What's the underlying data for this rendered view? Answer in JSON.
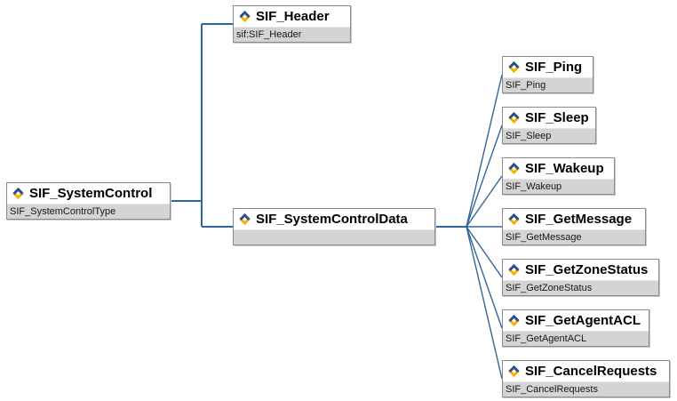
{
  "diagram": {
    "type": "xml-schema-content-model",
    "colors": {
      "connector": "#336699",
      "icon_blue": "#2a4d8f",
      "icon_gold": "#f0b400",
      "subtitle_bg": "#d4d4d4",
      "node_border": "#8b8b8b"
    },
    "nodes": [
      {
        "id": "root",
        "title": "SIF_SystemControl",
        "subtitle": "SIF_SystemControlType",
        "icon": "schema-element-icon"
      },
      {
        "id": "header",
        "title": "SIF_Header",
        "subtitle": "sif:SIF_Header",
        "icon": "schema-element-icon"
      },
      {
        "id": "systemcontroldata",
        "title": "SIF_SystemControlData",
        "subtitle": "",
        "icon": "schema-element-icon"
      },
      {
        "id": "ping",
        "title": "SIF_Ping",
        "subtitle": "SIF_Ping",
        "icon": "schema-element-icon"
      },
      {
        "id": "sleep",
        "title": "SIF_Sleep",
        "subtitle": "SIF_Sleep",
        "icon": "schema-element-icon"
      },
      {
        "id": "wakeup",
        "title": "SIF_Wakeup",
        "subtitle": "SIF_Wakeup",
        "icon": "schema-element-icon"
      },
      {
        "id": "getmessage",
        "title": "SIF_GetMessage",
        "subtitle": "SIF_GetMessage",
        "icon": "schema-element-icon"
      },
      {
        "id": "getzonestatus",
        "title": "SIF_GetZoneStatus",
        "subtitle": "SIF_GetZoneStatus",
        "icon": "schema-element-icon"
      },
      {
        "id": "getagentacl",
        "title": "SIF_GetAgentACL",
        "subtitle": "SIF_GetAgentACL",
        "icon": "schema-element-icon"
      },
      {
        "id": "cancelrequests",
        "title": "SIF_CancelRequests",
        "subtitle": "SIF_CancelRequests",
        "icon": "schema-element-icon"
      }
    ],
    "edges": [
      {
        "from": "root",
        "to": "header"
      },
      {
        "from": "root",
        "to": "systemcontroldata"
      },
      {
        "from": "systemcontroldata",
        "to": "ping"
      },
      {
        "from": "systemcontroldata",
        "to": "sleep"
      },
      {
        "from": "systemcontroldata",
        "to": "wakeup"
      },
      {
        "from": "systemcontroldata",
        "to": "getmessage"
      },
      {
        "from": "systemcontroldata",
        "to": "getzonestatus"
      },
      {
        "from": "systemcontroldata",
        "to": "getagentacl"
      },
      {
        "from": "systemcontroldata",
        "to": "cancelrequests"
      }
    ]
  }
}
